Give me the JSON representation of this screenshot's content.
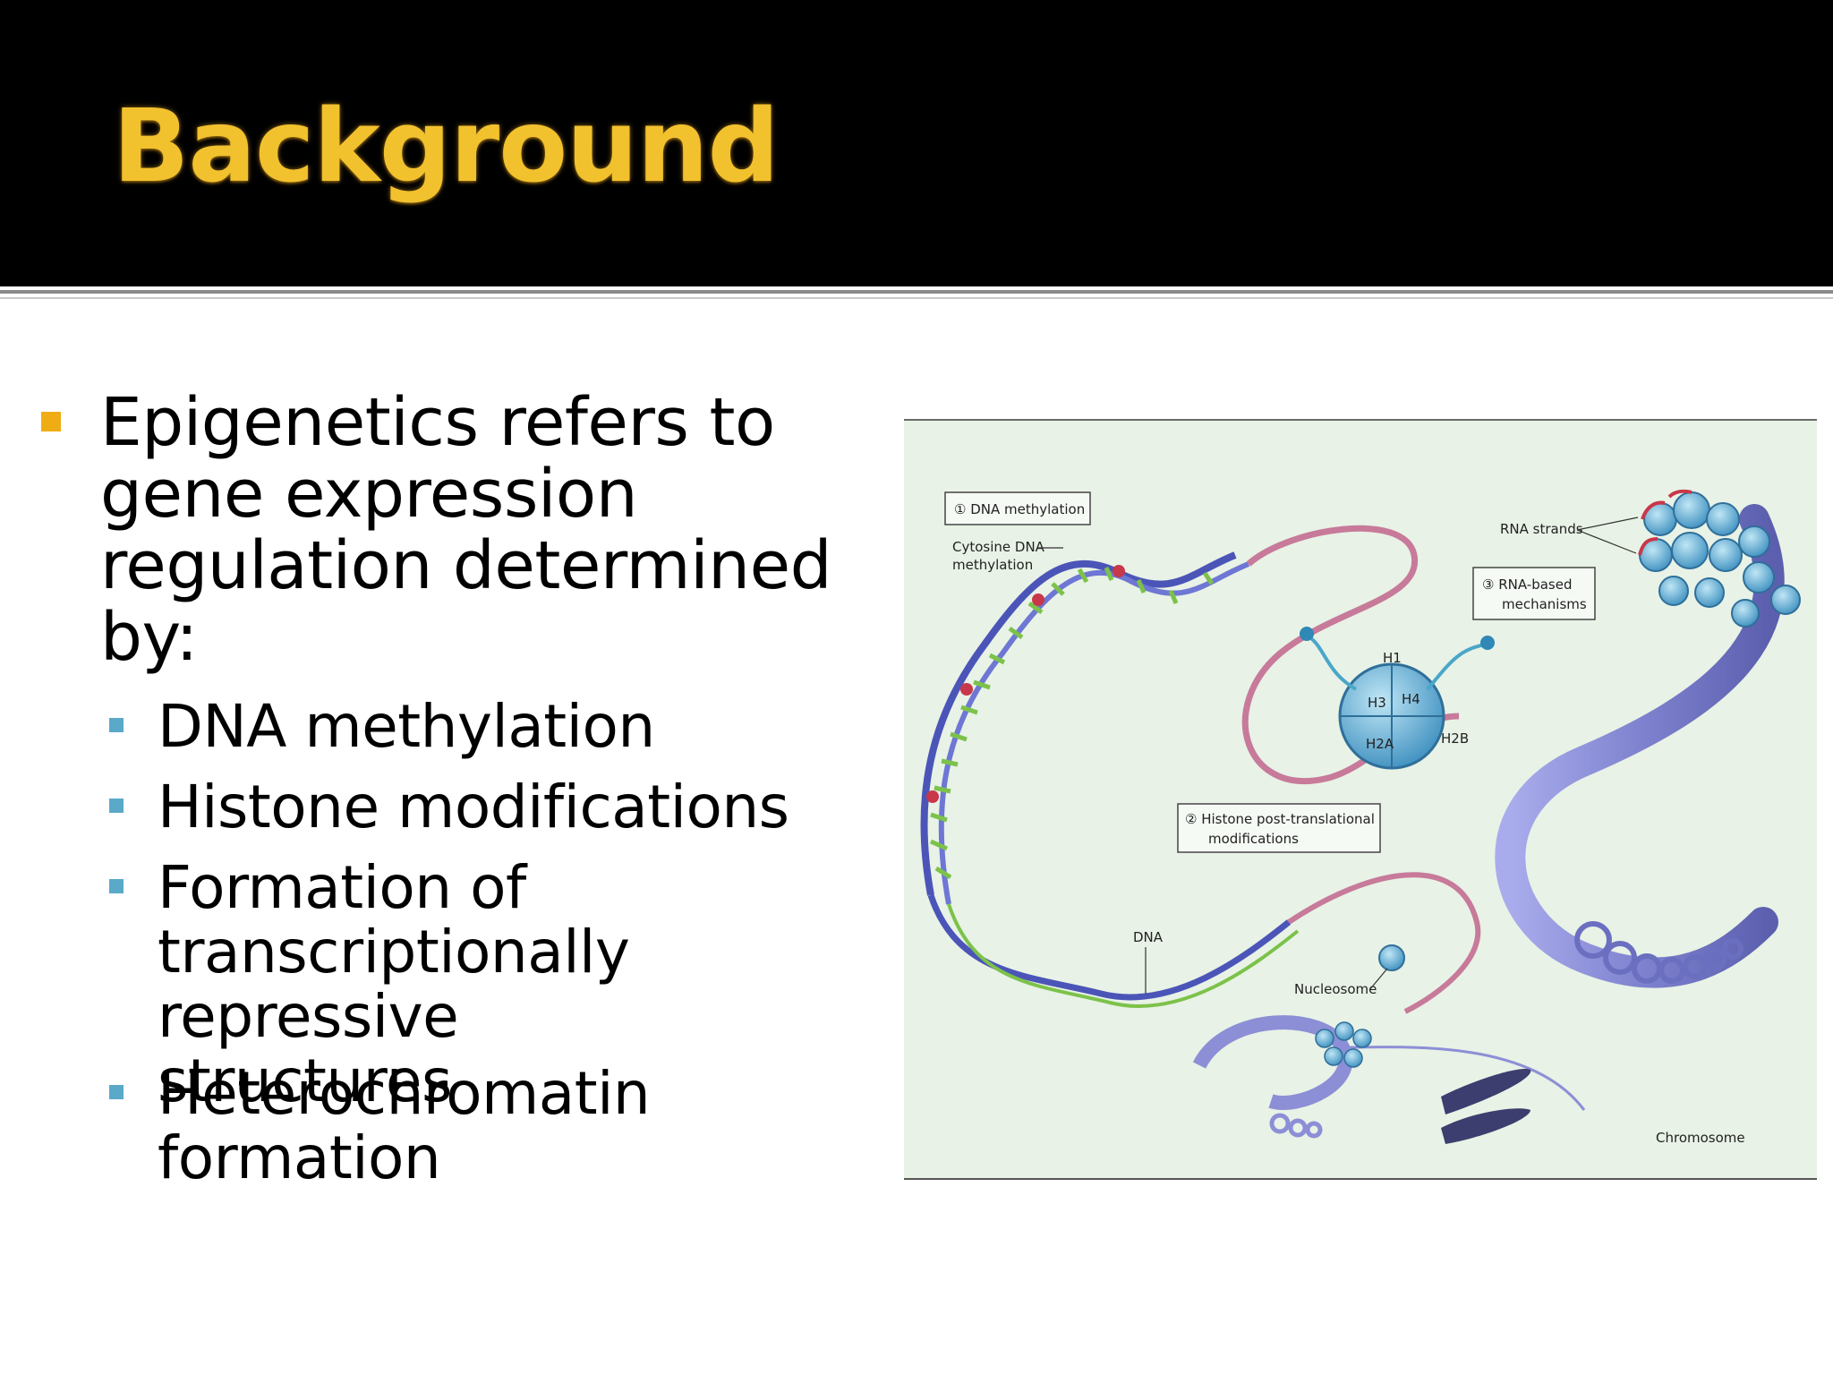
{
  "slide": {
    "title": "Background",
    "bullets": [
      {
        "text": "Epigenetics refers to gene expression regulation determined by:",
        "lines": [
          "Epigenetics refers to",
          "gene expression",
          "regulation determined",
          "by:"
        ],
        "sub": [
          {
            "lines": [
              "DNA methylation"
            ]
          },
          {
            "lines": [
              "Histone modifications"
            ]
          },
          {
            "lines": [
              "Formation of",
              "transcriptionally repressive",
              "structures"
            ]
          },
          {
            "lines": [
              "Heterochromatin",
              "formation"
            ]
          }
        ]
      }
    ]
  },
  "figure": {
    "labels": {
      "dna_methylation": "① DNA methylation",
      "cytosine_1": "Cytosine DNA",
      "cytosine_2": "methylation",
      "rna_strands": "RNA strands",
      "rna_based_1": "③ RNA-based",
      "rna_based_2": "mechanisms",
      "histone_1": "② Histone post-translational",
      "histone_2": "modifications",
      "h1": "H1",
      "h3": "H3",
      "h4": "H4",
      "h2a": "H2A",
      "h2b": "H2B",
      "dna": "DNA",
      "nucleosome": "Nucleosome",
      "chromosome": "Chromosome"
    }
  },
  "colors": {
    "title": "#f2c12e",
    "title_bar": "#000000",
    "bullet_l1": "#f0ac14",
    "bullet_l2": "#5aa9c9",
    "dna_strand": "#4b55b8",
    "dna_rungs": "#7cc24a",
    "chromatin": "#8c8fd6",
    "figure_bg": "#e8f2e6"
  }
}
